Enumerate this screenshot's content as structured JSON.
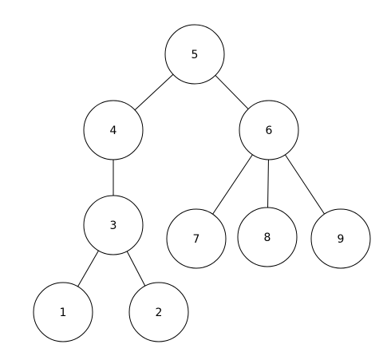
{
  "nodes": [
    {
      "id": "n5",
      "label": "5"
    },
    {
      "id": "n4",
      "label": "4"
    },
    {
      "id": "n6",
      "label": "6"
    },
    {
      "id": "n3",
      "label": "3"
    },
    {
      "id": "n7",
      "label": "7"
    },
    {
      "id": "n8",
      "label": "8"
    },
    {
      "id": "n9",
      "label": "9"
    },
    {
      "id": "n1",
      "label": "1"
    },
    {
      "id": "n2",
      "label": "2"
    }
  ],
  "edges": [
    {
      "from": "n5",
      "to": "n4"
    },
    {
      "from": "n5",
      "to": "n6"
    },
    {
      "from": "n4",
      "to": "n3"
    },
    {
      "from": "n6",
      "to": "n7"
    },
    {
      "from": "n6",
      "to": "n8"
    },
    {
      "from": "n6",
      "to": "n9"
    },
    {
      "from": "n3",
      "to": "n1"
    },
    {
      "from": "n3",
      "to": "n2"
    }
  ]
}
